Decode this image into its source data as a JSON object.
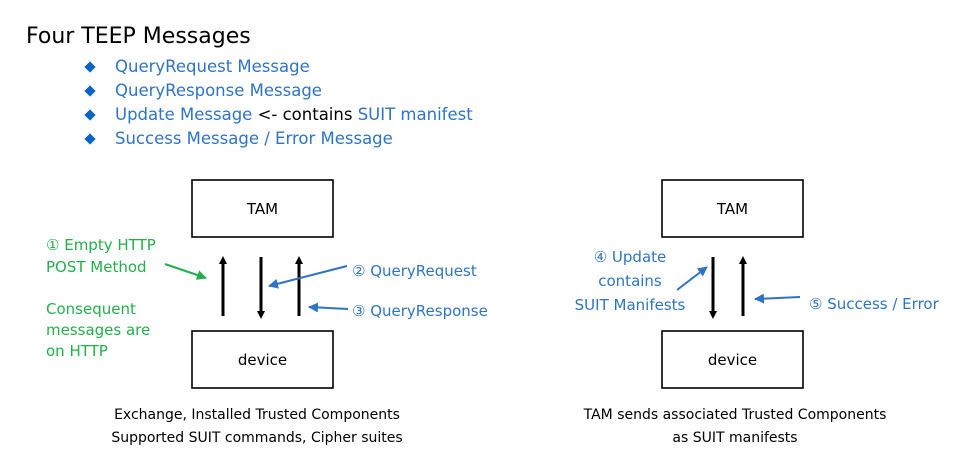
{
  "header": {
    "title": "Four TEEP Messages"
  },
  "bullets": {
    "b1": "QueryRequest Message",
    "b2": "QueryResponse Message",
    "b3_main": "Update Message",
    "b3_sep": " <- contains ",
    "b3_suit": "SUIT manifest",
    "b4": "Success Message / Error Message"
  },
  "colors": {
    "green": "#22b04b",
    "blue": "#2f74c4",
    "bullet_marker": "#0b63c4"
  },
  "left_diagram": {
    "top_box": "TAM",
    "bottom_box": "device",
    "step1_line1": "① Empty HTTP",
    "step1_line2": "POST Method",
    "note_line1": "Consequent",
    "note_line2": "messages are",
    "note_line3": "on HTTP",
    "step2": "② QueryRequest",
    "step3": "③ QueryResponse",
    "caption_line1": "Exchange, Installed Trusted Components",
    "caption_line2": "Supported SUIT commands, Cipher suites"
  },
  "right_diagram": {
    "top_box": "TAM",
    "bottom_box": "device",
    "step4_line1": "④ Update",
    "step4_line2": "contains",
    "step4_line3": "SUIT Manifests",
    "step5": "⑤ Success / Error",
    "caption_line1": "TAM sends associated Trusted Components",
    "caption_line2": "as SUIT manifests"
  }
}
